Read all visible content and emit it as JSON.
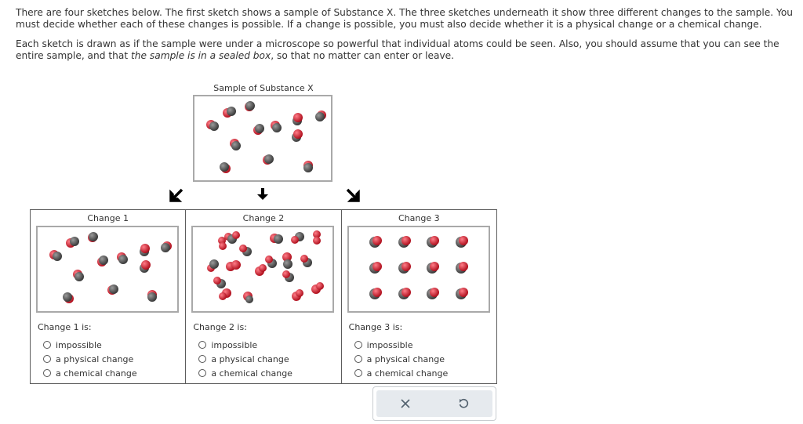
{
  "intro": {
    "p1": "There are four sketches below. The first sketch shows a sample of Substance X. The three sketches underneath it show three different changes to the sample. You must decide whether each of these changes is possible. If a change is possible, you must also decide whether it is a physical change or a chemical change.",
    "p2_a": "Each sketch is drawn as if the sample were under a microscope so powerful that individual atoms could be seen. Also, you should assume that you can see the entire sample, and that ",
    "p2_em": "the sample is in a sealed box",
    "p2_b": ", so that no matter can enter or leave."
  },
  "sample": {
    "title": "Sample of Substance X"
  },
  "changes": [
    {
      "title": "Change 1",
      "question": "Change 1 is:",
      "options": [
        "impossible",
        "a physical change",
        "a chemical change"
      ]
    },
    {
      "title": "Change 2",
      "question": "Change 2 is:",
      "options": [
        "impossible",
        "a physical change",
        "a chemical change"
      ]
    },
    {
      "title": "Change 3",
      "question": "Change 3 is:",
      "options": [
        "impossible",
        "a physical change",
        "a chemical change"
      ]
    }
  ],
  "toolbar": {
    "clear_icon": "x-icon",
    "undo_icon": "undo-icon"
  },
  "colors": {
    "red_atom": "#c8202f",
    "gray_atom": "#555555",
    "box_border": "#a9a9a9"
  }
}
